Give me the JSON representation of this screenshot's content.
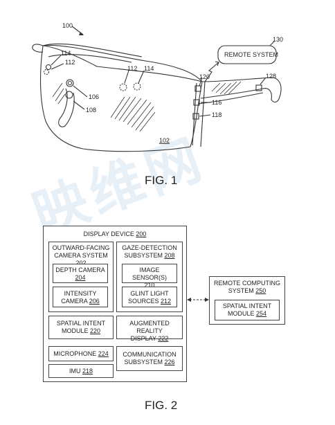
{
  "fig1": {
    "caption": "FIG. 1",
    "refs": {
      "r100": "100",
      "r102": "102",
      "r106": "106",
      "r108": "108",
      "r112a": "112",
      "r114a": "114",
      "r112b": "112",
      "r114b": "114",
      "r116": "116",
      "r118": "118",
      "r120": "120",
      "r128": "128",
      "r130": "130"
    },
    "remote_system": "REMOTE SYSTEM"
  },
  "fig2": {
    "caption": "FIG. 2",
    "display_device": {
      "label": "DISPLAY DEVICE",
      "ref": "200"
    },
    "outward_camera": {
      "line1": "OUTWARD-FACING",
      "line2": "CAMERA SYSTEM",
      "ref": "202"
    },
    "depth_camera": {
      "line1": "DEPTH CAMERA",
      "ref": "204"
    },
    "intensity_camera": {
      "line1": "INTENSITY",
      "line2": "CAMERA",
      "ref": "206"
    },
    "gaze_detection": {
      "line1": "GAZE-DETECTION",
      "line2": "SUBSYSTEM",
      "ref": "208"
    },
    "image_sensor": {
      "line1": "IMAGE SENSOR(S)",
      "ref": "210"
    },
    "glint_light": {
      "line1": "GLINT LIGHT",
      "line2": "SOURCES",
      "ref": "212"
    },
    "spatial_intent": {
      "line1": "SPATIAL INTENT",
      "line2": "MODULE",
      "ref": "220"
    },
    "ar_display": {
      "line1": "AUGMENTED REALITY",
      "line2": "DISPLAY",
      "ref": "222"
    },
    "microphone": {
      "line1": "MICROPHONE",
      "ref": "224"
    },
    "communication": {
      "line1": "COMMUNICATION",
      "line2": "SUBSYSTEM",
      "ref": "226"
    },
    "imu": {
      "line1": "IMU",
      "ref": "218"
    },
    "remote_computing": {
      "line1": "REMOTE COMPUTING",
      "line2": "SYSTEM",
      "ref": "250"
    },
    "remote_spatial": {
      "line1": "SPATIAL INTENT",
      "line2": "MODULE",
      "ref": "254"
    }
  },
  "colors": {
    "line": "#333333",
    "watermark": "#d6e4f2"
  }
}
